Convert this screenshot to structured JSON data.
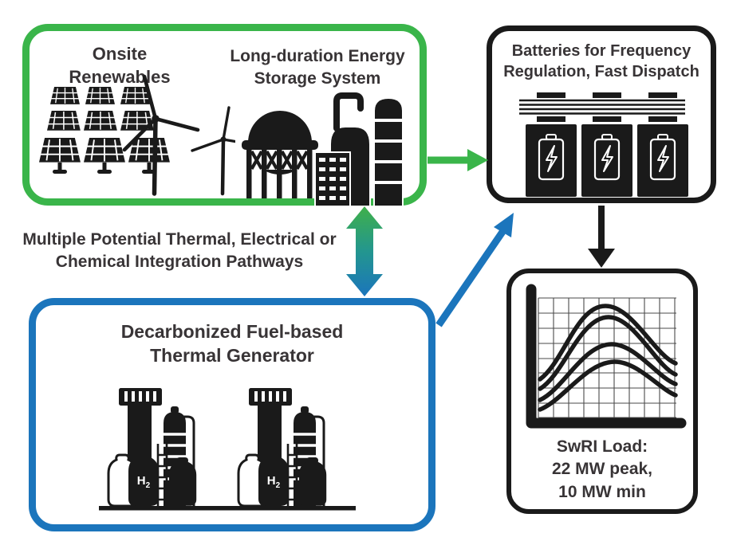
{
  "boxes": {
    "renewables": {
      "onsite_title": {
        "line1": "Onsite",
        "line2": "Renewables"
      },
      "storage_title": {
        "line1": "Long-duration Energy",
        "line2": "Storage System"
      }
    },
    "batteries": {
      "title": {
        "line1": "Batteries for Frequency",
        "line2": "Regulation, Fast Dispatch"
      }
    },
    "thermal": {
      "title": {
        "line1": "Decarbonized Fuel-based",
        "line2": "Thermal Generator"
      },
      "h2": {
        "base": "H",
        "sub": "2"
      }
    },
    "load": {
      "caption": {
        "line1": "SwRI Load:",
        "line2": "22 MW peak,",
        "line3": "10 MW min"
      }
    }
  },
  "pathways_label": {
    "line1": "Multiple Potential Thermal, Electrical or",
    "line2": "Chemical Integration Pathways"
  },
  "colors": {
    "green": "#3ab54a",
    "blue": "#1b75bc",
    "gradient_top": "#3fb04a",
    "gradient_bottom": "#1b75bc",
    "box_outline": "#1a1a1a",
    "icon": "#1a1a1a",
    "text": "#383436"
  }
}
